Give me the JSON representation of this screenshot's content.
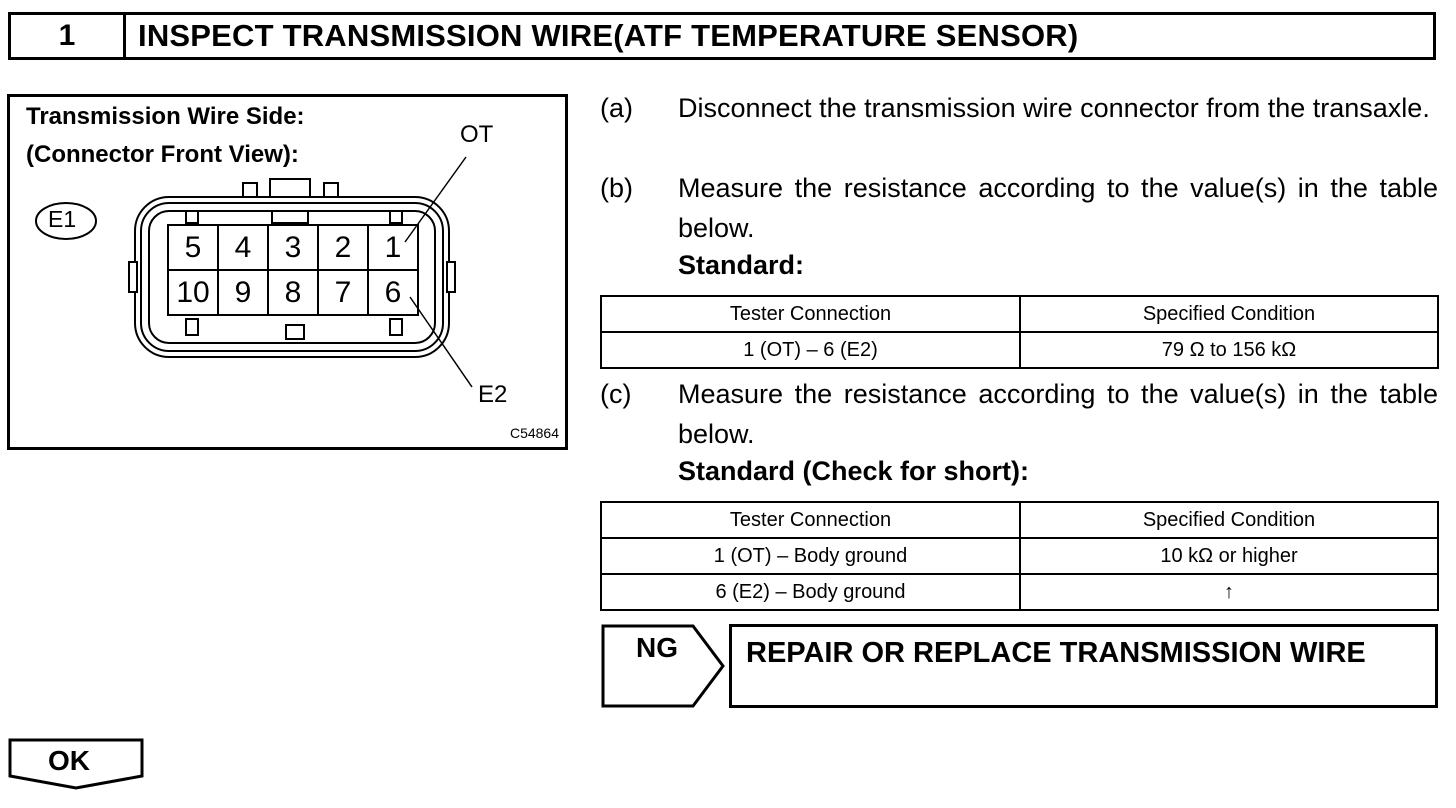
{
  "header": {
    "step_number": "1",
    "title": "INSPECT TRANSMISSION WIRE(ATF TEMPERATURE SENSOR)"
  },
  "figure": {
    "title_line1": "Transmission Wire Side:",
    "title_line2": "(Connector Front View):",
    "connector_id": "E1",
    "label_ot": "OT",
    "label_e2": "E2",
    "code": "C54864",
    "pins_top": [
      "5",
      "4",
      "3",
      "2",
      "1"
    ],
    "pins_bottom": [
      "10",
      "9",
      "8",
      "7",
      "6"
    ]
  },
  "steps": [
    {
      "label": "(a)",
      "text": "Disconnect the transmission wire connector from the transaxle."
    },
    {
      "label": "(b)",
      "text": "Measure the resistance according to the value(s) in the table below."
    },
    {
      "label": "(c)",
      "text": "Measure the resistance according to the value(s) in the table below."
    }
  ],
  "standard1": {
    "heading": "Standard:",
    "columns": [
      "Tester Connection",
      "Specified Condition"
    ],
    "rows": [
      [
        "1 (OT) – 6 (E2)",
        "79 Ω to 156 kΩ"
      ]
    ]
  },
  "standard2": {
    "heading": "Standard (Check for short):",
    "columns": [
      "Tester Connection",
      "Specified Condition"
    ],
    "rows": [
      [
        "1 (OT) – Body ground",
        "10 kΩ or higher"
      ],
      [
        "6 (E2) – Body ground",
        "↑"
      ]
    ]
  },
  "ng": {
    "label": "NG",
    "result": "REPAIR OR REPLACE TRANSMISSION WIRE"
  },
  "ok": {
    "label": "OK"
  }
}
